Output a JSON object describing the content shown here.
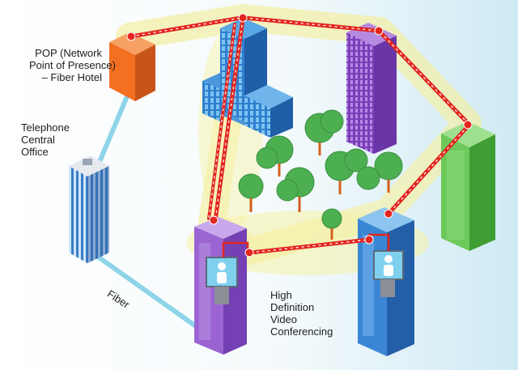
{
  "labels": {
    "pop": [
      "POP (Network",
      "Point of Presence)",
      "– Fiber Hotel"
    ],
    "central_office": [
      "Telephone",
      "Central",
      "Office"
    ],
    "fiber": "Fiber",
    "video": [
      "High",
      "Definition",
      "Video",
      "Conferencing"
    ]
  },
  "colors": {
    "background_tint": "#d6eef6",
    "glow": "#f7f3a8",
    "link_red": "#e3261f",
    "fiber_cable": "#8ed4e8",
    "pop_orange": "#f36f21",
    "office_blue": "#2e6eb7",
    "tower_purple": "#8a4fc4",
    "tower_green": "#5bbf4a",
    "tree_green": "#4caf50"
  },
  "icons": [
    "video-screen-icon",
    "video-screen-icon"
  ]
}
